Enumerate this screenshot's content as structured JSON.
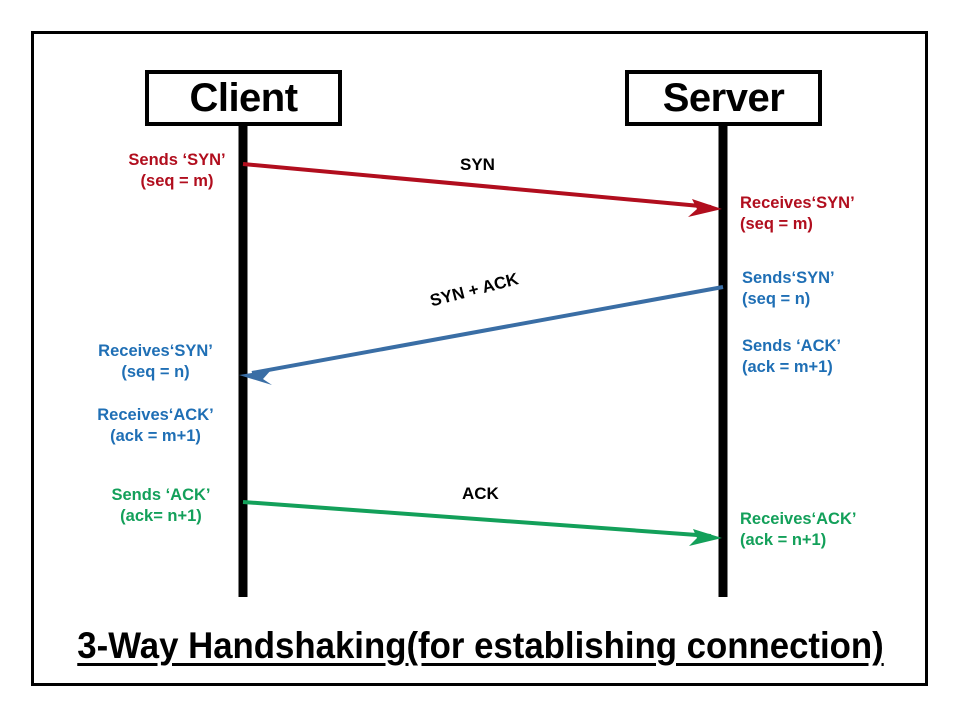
{
  "diagram": {
    "caption": "3-Way Handshaking(for establishing connection)",
    "participants": {
      "client": "Client",
      "server": "Server"
    },
    "colors": {
      "syn": "#B10E1E",
      "syn_ack": "#3A6EA5",
      "ack": "#13A05A",
      "lifeline": "#000000",
      "frame": "#000000",
      "label": "#000000"
    },
    "messages": [
      {
        "name": "syn",
        "label": "SYN",
        "direction": "client-to-server",
        "color": "#B10E1E"
      },
      {
        "name": "syn-ack",
        "label": "SYN + ACK",
        "direction": "server-to-client",
        "color": "#3A6EA5"
      },
      {
        "name": "ack",
        "label": "ACK",
        "direction": "client-to-server",
        "color": "#13A05A"
      }
    ],
    "notes": {
      "client_send_syn": {
        "line1": "Sends ‘SYN’",
        "line2": "(seq = m)"
      },
      "server_recv_syn": {
        "line1": "Receives‘SYN’",
        "line2": "(seq = m)"
      },
      "server_send_syn": {
        "line1": "Sends‘SYN’",
        "line2": "(seq = n)"
      },
      "server_send_ack": {
        "line1": "Sends ‘ACK’",
        "line2": "(ack = m+1)"
      },
      "client_recv_syn": {
        "line1": "Receives‘SYN’",
        "line2": "(seq = n)"
      },
      "client_recv_ack": {
        "line1": "Receives‘ACK’",
        "line2": "(ack = m+1)"
      },
      "client_send_ack": {
        "line1": "Sends ‘ACK’",
        "line2": "(ack= n+1)"
      },
      "server_recv_ack": {
        "line1": "Receives‘ACK’",
        "line2": "(ack = n+1)"
      }
    }
  }
}
